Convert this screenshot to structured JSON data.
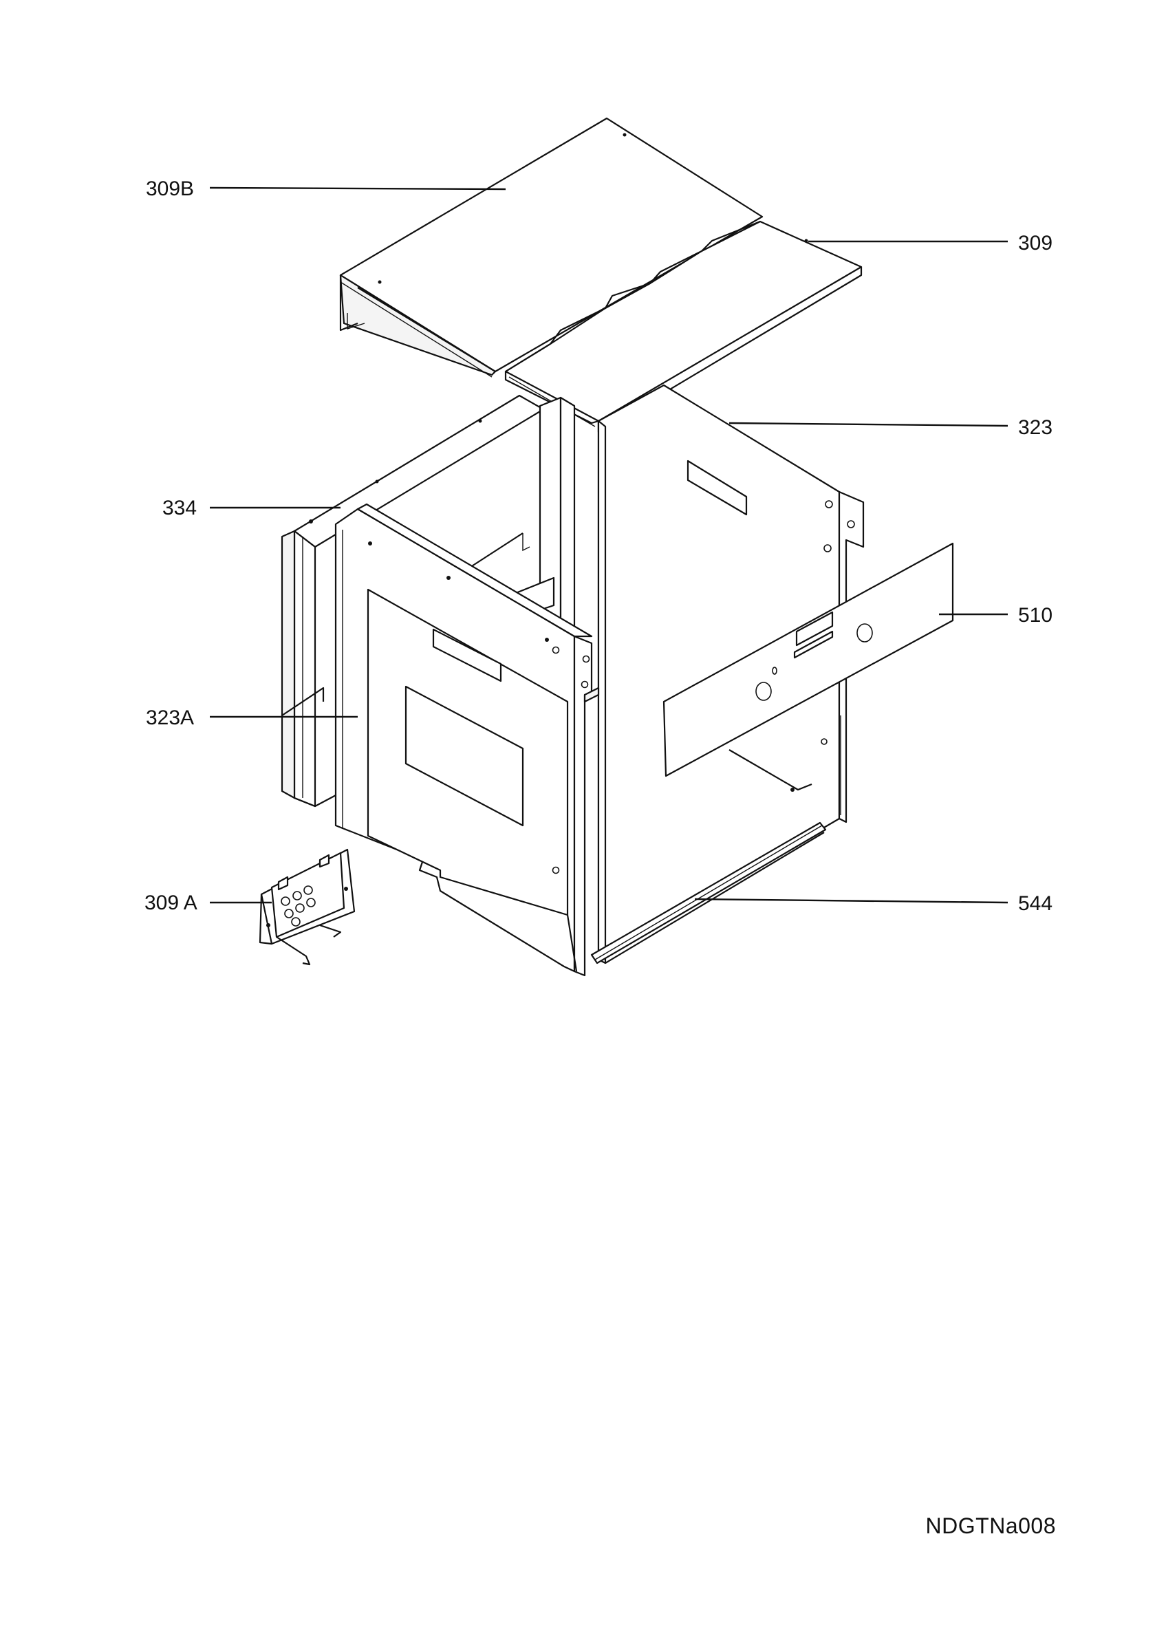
{
  "diagram": {
    "kind": "exploded-parts-view",
    "callouts": [
      {
        "id": "309B",
        "label": "309B"
      },
      {
        "id": "309",
        "label": "309"
      },
      {
        "id": "323",
        "label": "323"
      },
      {
        "id": "334",
        "label": "334"
      },
      {
        "id": "510",
        "label": "510"
      },
      {
        "id": "323A",
        "label": "323A"
      },
      {
        "id": "309A",
        "label": "309 A"
      },
      {
        "id": "544",
        "label": "544"
      }
    ],
    "document_code": "NDGTNa008",
    "line_color": "#111111",
    "background": "#ffffff"
  }
}
